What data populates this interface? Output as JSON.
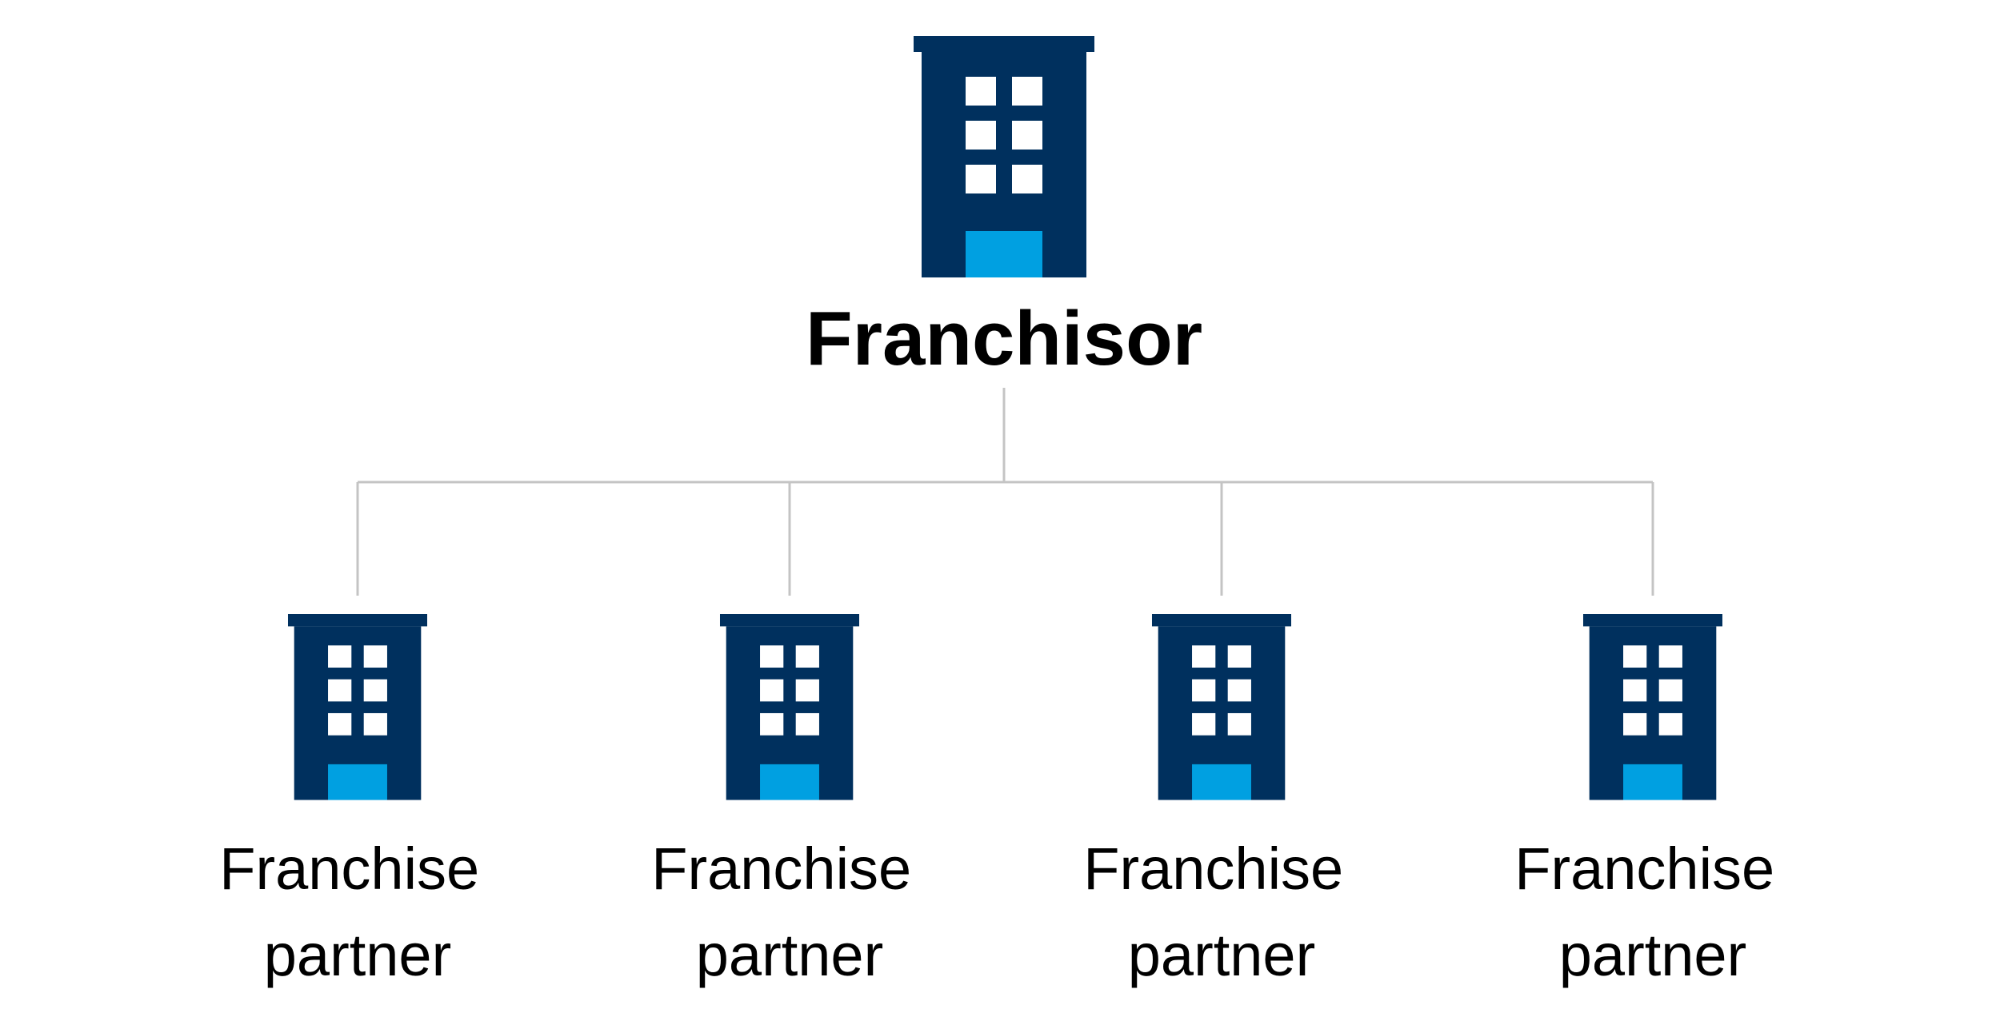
{
  "colors": {
    "building": "#00305e",
    "door": "#00a0e1",
    "window": "#ffffff",
    "connector": "#c4c4c4",
    "text": "#000000"
  },
  "root": {
    "icon": "building-icon",
    "label": "Franchisor"
  },
  "partners": [
    {
      "icon": "building-icon",
      "label_line1": "Franchise",
      "label_line2": "partner"
    },
    {
      "icon": "building-icon",
      "label_line1": "Franchise",
      "label_line2": "partner"
    },
    {
      "icon": "building-icon",
      "label_line1": "Franchise",
      "label_line2": "partner"
    },
    {
      "icon": "building-icon",
      "label_line1": "Franchise",
      "label_line2": "partner"
    }
  ]
}
